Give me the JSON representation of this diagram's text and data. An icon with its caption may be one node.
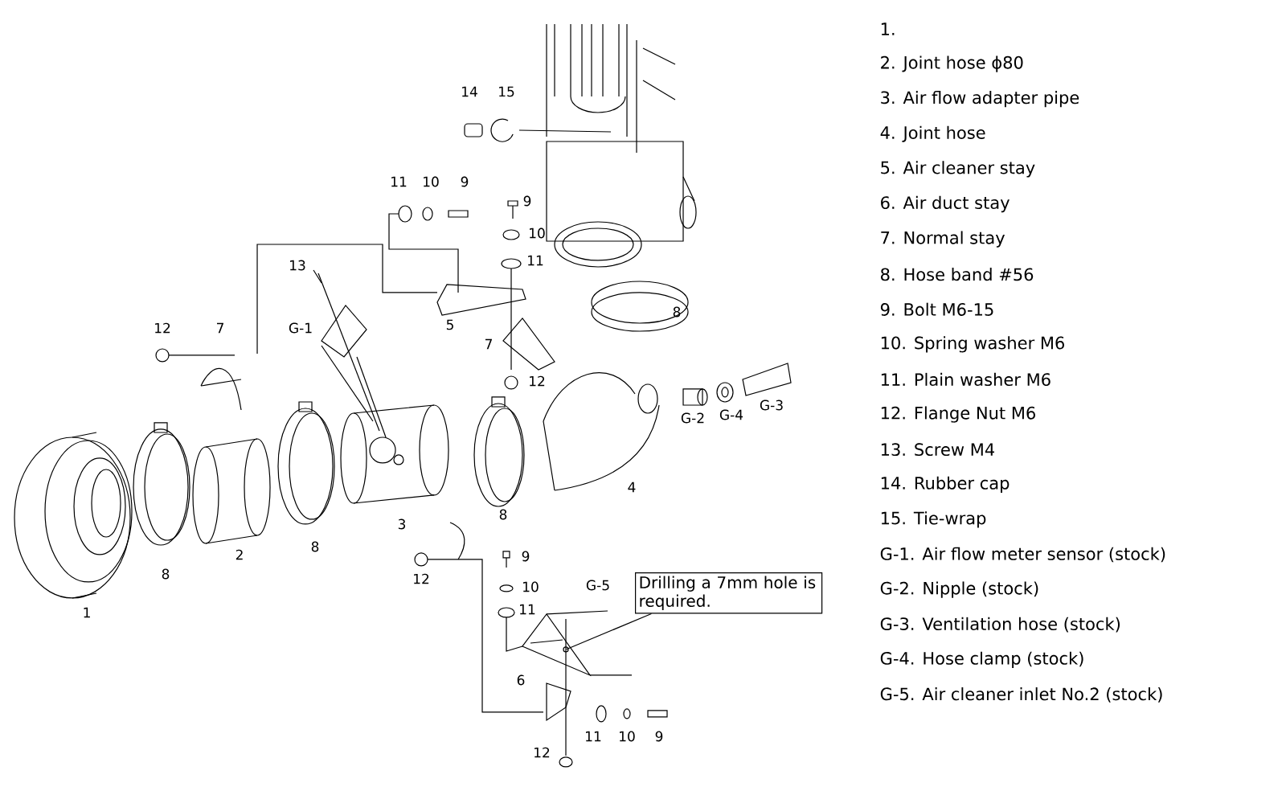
{
  "diagram": {
    "nodes": [
      {
        "text": [
          "Drilling a 7mm hole is required."
        ]
      },
      {
        "text": [],
        "shape": "picture"
      }
    ],
    "edges": [
      {
        "from": 0,
        "to": 1,
        "arrow": "none"
      }
    ],
    "labels": [
      "14",
      "15",
      "11",
      "10",
      "9",
      "9",
      "10",
      "11",
      "13",
      "5",
      "8",
      "12",
      "7",
      "G-1",
      "7",
      "12",
      "G-3",
      "G-4",
      "G-2",
      "4",
      "8",
      "3",
      "8",
      "2",
      "9",
      "8",
      "12",
      "G-5",
      "10",
      "11",
      "1",
      "6",
      "11",
      "10",
      "9",
      "12",
      "1.",
      "2. Joint hose ϕ80",
      "3. Air flow adapter pipe",
      "4. Joint hose",
      "5. Air cleaner stay",
      "6. Air duct stay",
      "7. Normal stay",
      "8. Hose band #56",
      "9. Bolt M6-15",
      "10. Spring washer M6",
      "11. Plain washer M6",
      "12. Flange Nut M6",
      "13. Screw M4",
      "14. Rubber cap",
      "15. Tie-wrap",
      "G-1. Air flow meter sensor (stock)",
      "G-2. Nipple (stock)",
      "G-3. Ventilation hose (stock)",
      "G-4. Hose clamp (stock)",
      "G-5. Air cleaner inlet No.2 (stock)"
    ]
  }
}
